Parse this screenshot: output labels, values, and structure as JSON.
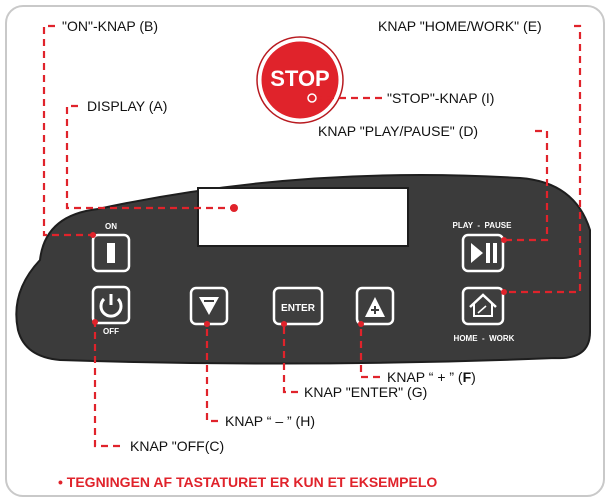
{
  "labels": {
    "on_knap": "\"ON\"-KNAP (B)",
    "home_work_knap": "KNAP \"HOME/WORK\" (E)",
    "stop_knap": "\"STOP\"-KNAP (I)",
    "display": "DISPLAY (A)",
    "play_pause_knap": "KNAP \"PLAY/PAUSE\" (D)",
    "plus_knap_prefix": "KNAP “ + ” (",
    "plus_knap_letter": "F",
    "plus_knap_suffix": ")",
    "enter_knap": "KNAP \"ENTER\" (G)",
    "minus_knap": "KNAP “ – ” (H)",
    "off_knap": "KNAP \"OFF(C)"
  },
  "panel": {
    "stop_text": "STOP",
    "on_text": "ON",
    "off_text": "OFF",
    "enter_text": "ENTER",
    "play_pause_text": "PLAY  -  PAUSE",
    "home_work_text": "HOME  -  WORK"
  },
  "footnote": "• TEGNINGEN AF TASTATURET ER KUN ET EKSEMPELO",
  "colors": {
    "panel": "#3b3b3b",
    "stop_red": "#e0232b",
    "leader_red": "#e0232b",
    "key_fill": "#3e3e3e",
    "display_bg": "#ffffff"
  },
  "icons": [
    "power-icon",
    "arrow-down-icon",
    "arrow-up-icon",
    "play-pause-icon",
    "home-icon"
  ]
}
